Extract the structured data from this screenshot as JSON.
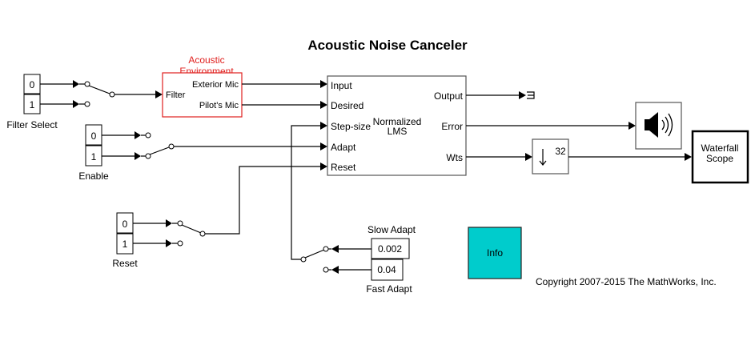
{
  "diagram": {
    "title": "Acoustic Noise Canceler",
    "copyright": "Copyright 2007-2015 The MathWorks, Inc.",
    "filter_select": {
      "label": "Filter Select",
      "values": [
        "0",
        "1"
      ]
    },
    "enable": {
      "label": "Enable",
      "values": [
        "0",
        "1"
      ]
    },
    "reset": {
      "label": "Reset",
      "values": [
        "0",
        "1"
      ]
    },
    "acoustic_env": {
      "label_line1": "Acoustic",
      "label_line2": "Environment",
      "input_port": "Filter",
      "output_ports": [
        "Exterior Mic",
        "Pilot's Mic"
      ],
      "color": "#e0201e"
    },
    "nlms": {
      "label_line1": "Normalized",
      "label_line2": "LMS",
      "input_ports": [
        "Input",
        "Desired",
        "Step-size",
        "Adapt",
        "Reset"
      ],
      "output_ports": [
        "Output",
        "Error",
        "Wts"
      ]
    },
    "downsample": {
      "factor": "32",
      "icon": "down-arrow-icon"
    },
    "speaker": {
      "icon": "speaker-icon"
    },
    "waterfall": {
      "label_line1": "Waterfall",
      "label_line2": "Scope"
    },
    "slow_adapt": {
      "label": "Slow Adapt",
      "value": "0.002"
    },
    "fast_adapt": {
      "label": "Fast Adapt",
      "value": "0.04"
    },
    "terminator": {
      "icon": "terminator-icon"
    },
    "info": {
      "label": "Info",
      "color": "#00cccc"
    }
  }
}
